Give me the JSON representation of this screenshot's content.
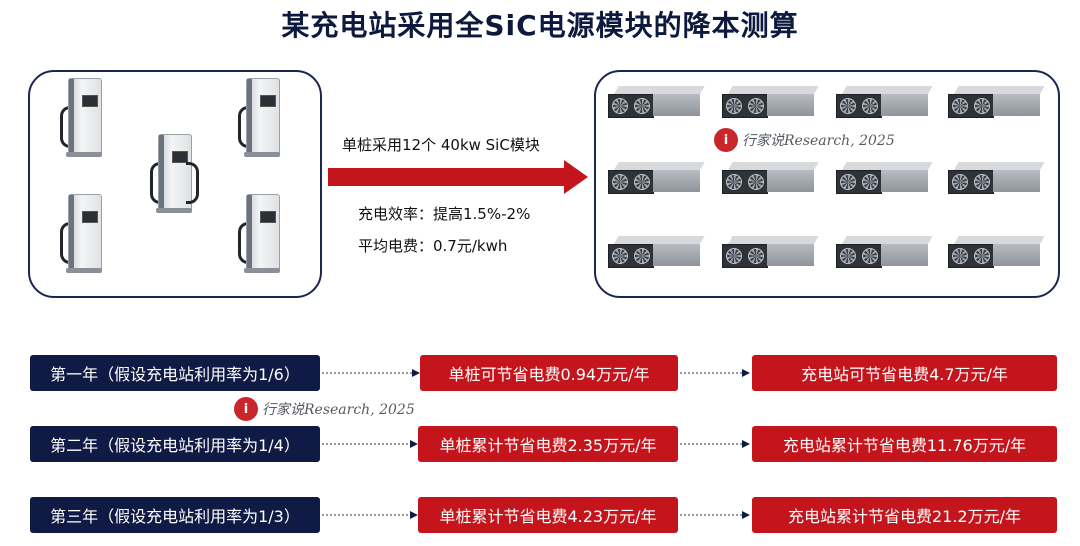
{
  "title": "某充电站采用全SiC电源模块的降本测算",
  "watermark": {
    "badge": "i",
    "text": "行家说Research, 2025"
  },
  "middle": {
    "arrow_label": "单桩采用12个 40kw SiC模块",
    "efficiency": "充电效率：提高1.5%-2%",
    "price": "平均电费：0.7元/kwh"
  },
  "rows": [
    {
      "year": "第一年（假设充电站利用率为1/6）",
      "single": "单桩可节省电费0.94万元/年",
      "station": "充电站可节省电费4.7万元/年"
    },
    {
      "year": "第二年（假设充电站利用率为1/4）",
      "single": "单桩累计节省电费2.35万元/年",
      "station": "充电站累计节省电费11.76万元/年"
    },
    {
      "year": "第三年（假设充电站利用率为1/3）",
      "single": "单桩累计节省电费4.23万元/年",
      "station": "充电站累计节省电费21.2万元/年"
    }
  ],
  "colors": {
    "navy": "#0f1a45",
    "red": "#c4151c",
    "arrow": "#c4151c"
  },
  "icons": {
    "chargers": 5,
    "modules": 12
  }
}
